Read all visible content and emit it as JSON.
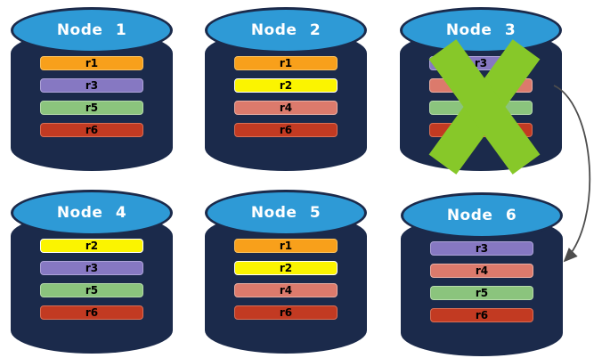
{
  "diagram": {
    "type": "replica-distribution-diagram",
    "nodes": [
      {
        "label": "Node 1",
        "replicas": [
          "r1",
          "r3",
          "r5",
          "r6"
        ],
        "failed": false
      },
      {
        "label": "Node 2",
        "replicas": [
          "r1",
          "r2",
          "r4",
          "r6"
        ],
        "failed": false
      },
      {
        "label": "Node 3",
        "replicas": [
          "r3",
          "r4",
          "r5",
          "r6"
        ],
        "failed": true
      },
      {
        "label": "Node 4",
        "replicas": [
          "r2",
          "r3",
          "r5",
          "r6"
        ],
        "failed": false
      },
      {
        "label": "Node 5",
        "replicas": [
          "r1",
          "r2",
          "r4",
          "r6"
        ],
        "failed": false
      },
      {
        "label": "Node 6",
        "replicas": [
          "r3",
          "r4",
          "r5",
          "r6"
        ],
        "failed": false
      }
    ],
    "replica_colors": {
      "r1": {
        "fill": "#f8a01b",
        "border": "#fcc35f"
      },
      "r2": {
        "fill": "#fbf400",
        "border": "#ffffff"
      },
      "r3": {
        "fill": "#8678c2",
        "border": "#aea4d9"
      },
      "r4": {
        "fill": "#dc7a6c",
        "border": "#ecafa3"
      },
      "r5": {
        "fill": "#8bc47d",
        "border": "#b7dcab"
      },
      "r6": {
        "fill": "#c23a22",
        "border": "#da6f55"
      }
    },
    "colors": {
      "cylinder_body": "#1b2a4b",
      "cylinder_top": "#2e9ad6",
      "title_text": "#ffffff",
      "replica_text": "#000000",
      "failure_x": "#87c829",
      "arrow": "#4d4d4d"
    },
    "arrow": {
      "from": "Node 3",
      "to": "Node 6"
    }
  }
}
